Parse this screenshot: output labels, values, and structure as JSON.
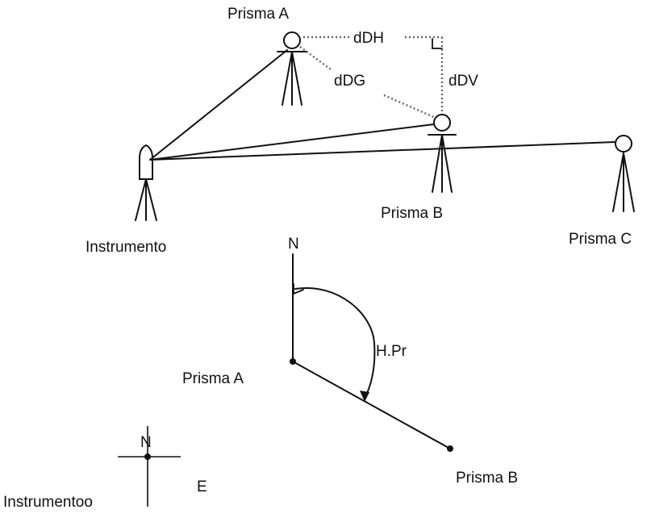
{
  "top_diagram": {
    "prism_a_label": "Prisma A",
    "prism_b_label": "Prisma B",
    "prism_c_label": "Prisma C",
    "instrument_label": "Instrumento",
    "dDH_label": "dDH",
    "dDG_label": "dDG",
    "dDV_label": "dDV"
  },
  "bottom_diagram": {
    "north_label": "N",
    "angle_label": "H.Pr",
    "prism_a_label": "Prisma A",
    "prism_b_label": "Prisma B"
  },
  "compass": {
    "north_label": "N",
    "east_label": "E",
    "instrument_label": "Instrumentoo"
  }
}
